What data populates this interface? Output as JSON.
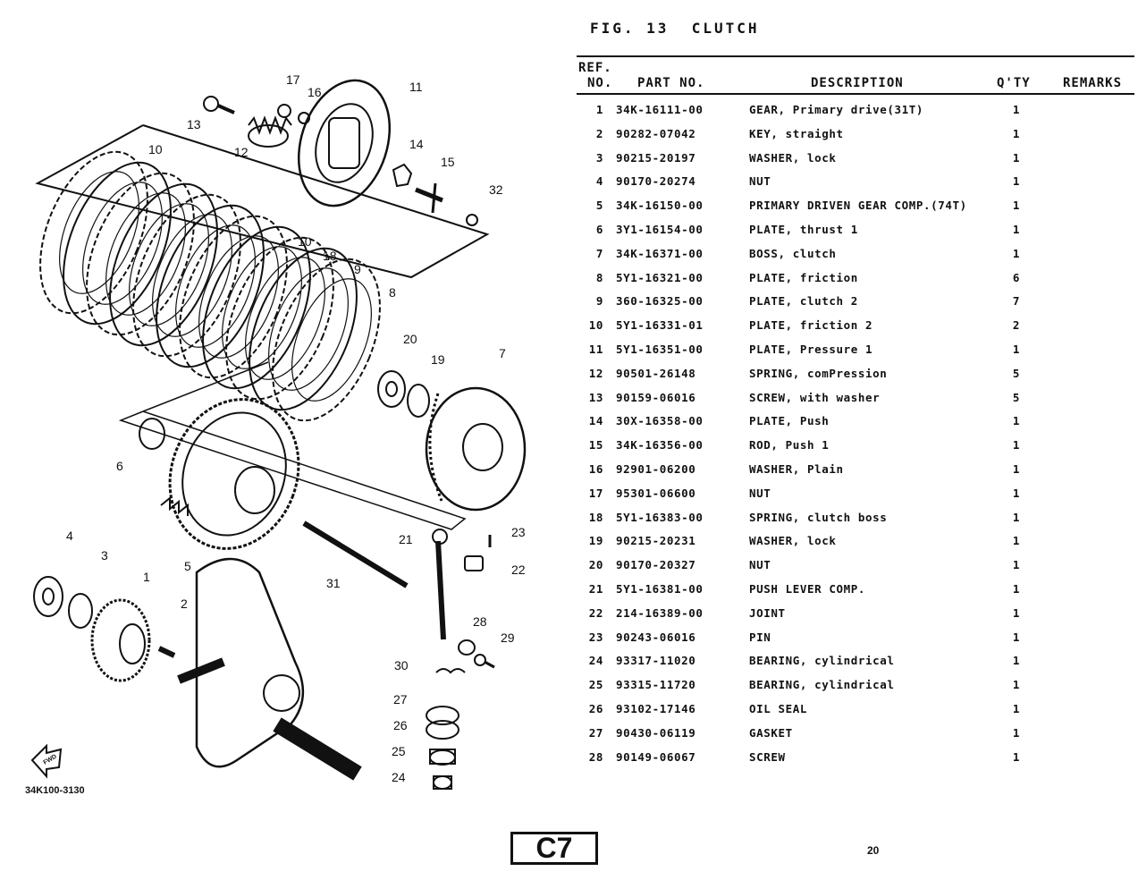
{
  "figure": {
    "title": "FIG. 13  CLUTCH",
    "drawing_code": "34K100-3130",
    "fwd_label": "FWD",
    "callouts": [
      "1",
      "2",
      "3",
      "4",
      "5",
      "6",
      "7",
      "8",
      "9",
      "10",
      "10",
      "11",
      "12",
      "13",
      "14",
      "15",
      "16",
      "17",
      "18",
      "19",
      "20",
      "21",
      "22",
      "23",
      "24",
      "25",
      "26",
      "27",
      "28",
      "29",
      "30",
      "31",
      "32"
    ]
  },
  "table": {
    "headers": {
      "ref_line1": "REF.",
      "ref_line2": "NO.",
      "part_no": "PART NO.",
      "description": "DESCRIPTION",
      "qty": "Q'TY",
      "remarks": "REMARKS"
    },
    "rows": [
      {
        "ref": "1",
        "part": "34K-16111-00",
        "desc": "GEAR, Primary drive(31T)",
        "qty": "1"
      },
      {
        "ref": "2",
        "part": "90282-07042",
        "desc": "KEY, straight",
        "qty": "1"
      },
      {
        "ref": "3",
        "part": "90215-20197",
        "desc": "WASHER, lock",
        "qty": "1"
      },
      {
        "ref": "4",
        "part": "90170-20274",
        "desc": "NUT",
        "qty": "1"
      },
      {
        "ref": "5",
        "part": "34K-16150-00",
        "desc": "PRIMARY DRIVEN GEAR COMP.(74T)",
        "qty": "1"
      },
      {
        "ref": "6",
        "part": "3Y1-16154-00",
        "desc": "PLATE, thrust 1",
        "qty": "1"
      },
      {
        "ref": "7",
        "part": "34K-16371-00",
        "desc": "BOSS, clutch",
        "qty": "1"
      },
      {
        "ref": "8",
        "part": "5Y1-16321-00",
        "desc": "PLATE, friction",
        "qty": "6"
      },
      {
        "ref": "9",
        "part": "360-16325-00",
        "desc": "PLATE, clutch 2",
        "qty": "7"
      },
      {
        "ref": "10",
        "part": "5Y1-16331-01",
        "desc": "PLATE, friction 2",
        "qty": "2"
      },
      {
        "ref": "11",
        "part": "5Y1-16351-00",
        "desc": "PLATE, Pressure 1",
        "qty": "1"
      },
      {
        "ref": "12",
        "part": "90501-26148",
        "desc": "SPRING, comPression",
        "qty": "5"
      },
      {
        "ref": "13",
        "part": "90159-06016",
        "desc": "SCREW, with washer",
        "qty": "5"
      },
      {
        "ref": "14",
        "part": "30X-16358-00",
        "desc": "PLATE, Push",
        "qty": "1"
      },
      {
        "ref": "15",
        "part": "34K-16356-00",
        "desc": "ROD, Push 1",
        "qty": "1"
      },
      {
        "ref": "16",
        "part": "92901-06200",
        "desc": "WASHER, Plain",
        "qty": "1"
      },
      {
        "ref": "17",
        "part": "95301-06600",
        "desc": "NUT",
        "qty": "1"
      },
      {
        "ref": "18",
        "part": "5Y1-16383-00",
        "desc": "SPRING, clutch boss",
        "qty": "1"
      },
      {
        "ref": "19",
        "part": "90215-20231",
        "desc": "WASHER, lock",
        "qty": "1"
      },
      {
        "ref": "20",
        "part": "90170-20327",
        "desc": "NUT",
        "qty": "1"
      },
      {
        "ref": "21",
        "part": "5Y1-16381-00",
        "desc": "PUSH LEVER COMP.",
        "qty": "1"
      },
      {
        "ref": "22",
        "part": "214-16389-00",
        "desc": "JOINT",
        "qty": "1"
      },
      {
        "ref": "23",
        "part": "90243-06016",
        "desc": "PIN",
        "qty": "1"
      },
      {
        "ref": "24",
        "part": "93317-11020",
        "desc": "BEARING, cylindrical",
        "qty": "1"
      },
      {
        "ref": "25",
        "part": "93315-11720",
        "desc": "BEARING, cylindrical",
        "qty": "1"
      },
      {
        "ref": "26",
        "part": "93102-17146",
        "desc": "OIL SEAL",
        "qty": "1"
      },
      {
        "ref": "27",
        "part": "90430-06119",
        "desc": "GASKET",
        "qty": "1"
      },
      {
        "ref": "28",
        "part": "90149-06067",
        "desc": "SCREW",
        "qty": "1"
      }
    ]
  },
  "footer": {
    "page_code": "C7",
    "page_number": "20"
  }
}
